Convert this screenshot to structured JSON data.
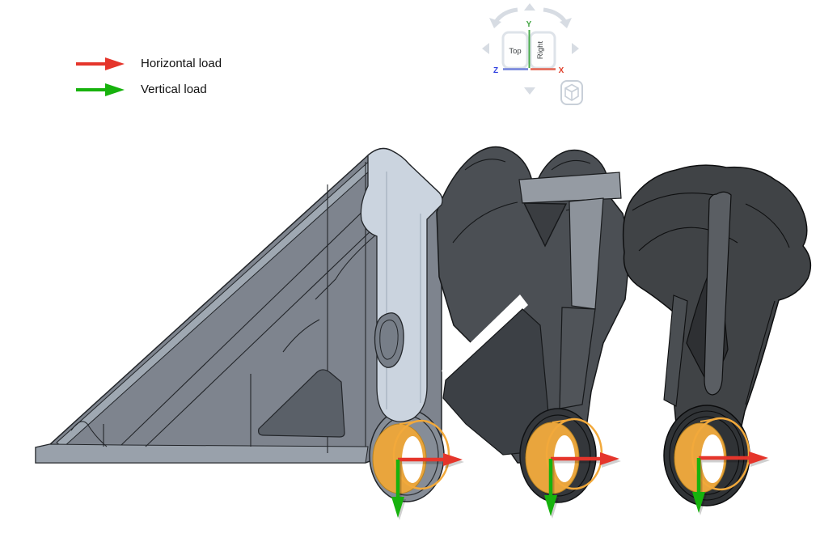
{
  "legend": {
    "items": [
      {
        "name": "horizontal-load",
        "label": "Horizontal load",
        "color": "#e5352b"
      },
      {
        "name": "vertical-load",
        "label": "Vertical load",
        "color": "#17b20d"
      }
    ]
  },
  "view_navigator": {
    "faces": [
      {
        "label": "Top"
      },
      {
        "label": "Right"
      }
    ],
    "axes": [
      {
        "label": "Y",
        "color": "#3fa33f"
      },
      {
        "label": "Z",
        "color": "#3040e0"
      },
      {
        "label": "X",
        "color": "#e0402c"
      }
    ],
    "button_color": "#d7dce3"
  },
  "scene": {
    "background": "#ffffff",
    "highlight_fill": "#e9a53d",
    "highlight_stroke": "#f2a93b",
    "horizontal_arrow_color": "#e5352b",
    "vertical_arrow_color": "#17b20d",
    "models": [
      {
        "name": "bracket-design-left",
        "body_color": "#7e848e",
        "accent_color": "#cbd4df"
      },
      {
        "name": "bracket-design-middle",
        "body_color": "#4b4f54",
        "accent_color": "#959ba3"
      },
      {
        "name": "bracket-design-right",
        "body_color": "#404346",
        "accent_color": "#5a5e63"
      }
    ]
  }
}
